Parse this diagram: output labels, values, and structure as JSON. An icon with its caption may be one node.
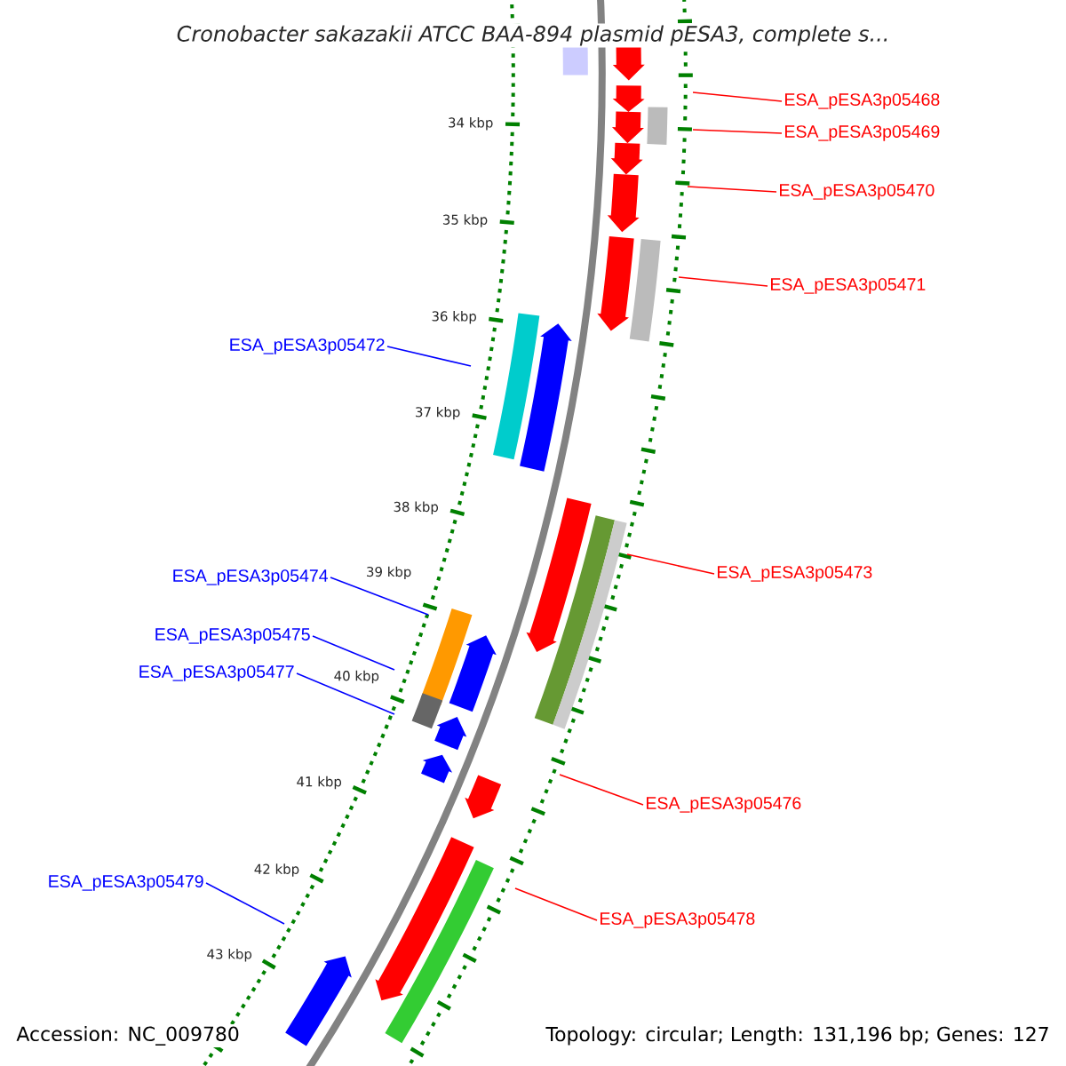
{
  "diagram": {
    "title": "Cronobacter sakazakii ATCC BAA-894 plasmid pESA3, complete s...",
    "nodes": [
      {
        "text": [
          "ESA_pESA3p05468"
        ]
      },
      {
        "text": [
          "ESA_pESA3p05469"
        ]
      },
      {
        "text": [
          "ESA_pESA3p05470"
        ]
      },
      {
        "text": [
          "ESA_pESA3p05471"
        ]
      },
      {
        "text": [
          "ESA_pESA3p05472"
        ]
      },
      {
        "text": [
          "ESA_pESA3p05473"
        ]
      },
      {
        "text": [
          "ESA_pESA3p05474"
        ]
      },
      {
        "text": [
          "ESA_pESA3p05475"
        ]
      },
      {
        "text": [
          "ESA_pESA3p05477"
        ]
      },
      {
        "text": [
          "ESA_pESA3p05476"
        ]
      },
      {
        "text": [
          "ESA_pESA3p05479"
        ]
      },
      {
        "text": [
          "ESA_pESA3p05478"
        ]
      }
    ],
    "edges": [
      {
        "from": 0,
        "to": null,
        "arrow": "none"
      },
      {
        "from": 1,
        "to": null,
        "arrow": "none"
      },
      {
        "from": 2,
        "to": null,
        "arrow": "none"
      },
      {
        "from": 3,
        "to": null,
        "arrow": "none"
      },
      {
        "from": 4,
        "to": null,
        "arrow": "none",
        "color": "#0000ff"
      },
      {
        "from": 5,
        "to": null,
        "arrow": "none"
      },
      {
        "from": 6,
        "to": null,
        "arrow": "none",
        "color": "#0000ff"
      },
      {
        "from": 7,
        "to": null,
        "arrow": "none",
        "color": "#0000ff"
      },
      {
        "from": 8,
        "to": null,
        "arrow": "none",
        "color": "#0000ff"
      },
      {
        "from": 9,
        "to": null,
        "arrow": "none"
      },
      {
        "from": 10,
        "to": null,
        "arrow": "none",
        "color": "#0000ff"
      },
      {
        "from": 11,
        "to": null,
        "arrow": "none"
      }
    ],
    "labels": [
      "34 kbp",
      "35 kbp",
      "36 kbp",
      "37 kbp",
      "38 kbp",
      "39 kbp",
      "40 kbp",
      "41 kbp",
      "42 kbp",
      "43 kbp",
      "Accession: NC_009780",
      "Topology: circular; Length: 131,196 bp; Genes: 127"
    ]
  }
}
